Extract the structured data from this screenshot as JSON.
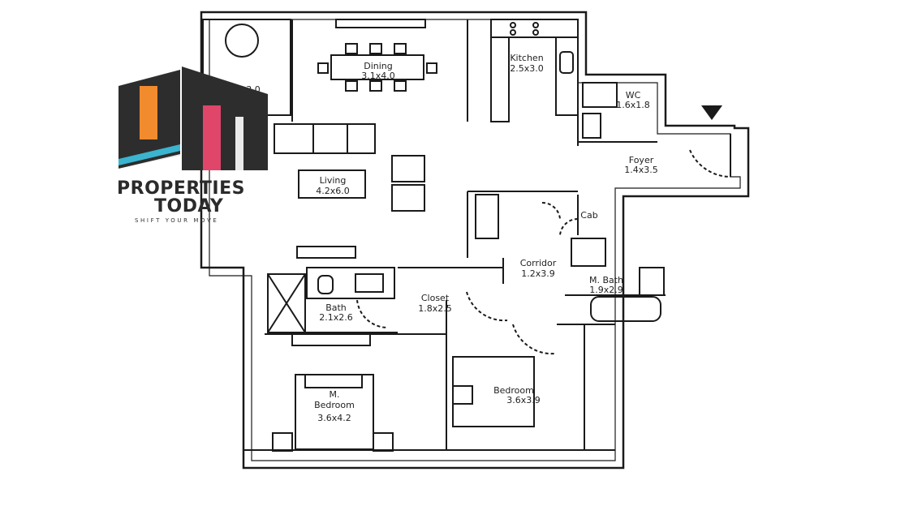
{
  "logo": {
    "line1": "PROPERTIES",
    "line2": "TODAY",
    "tagline": "SHIFT YOUR MOVE",
    "colors": {
      "dark": "#2d2d2d",
      "orange": "#f28a2e",
      "pink": "#e0466a",
      "blue": "#3bb4cf"
    }
  },
  "rooms": {
    "dining": {
      "name": "Dining",
      "size": "3.1x4.0"
    },
    "kitchen": {
      "name": "Kitchen",
      "size": "2.5x3.0"
    },
    "wc": {
      "name": "WC",
      "size": "1.6x1.8"
    },
    "foyer": {
      "name": "Foyer",
      "size": "1.4x3.5"
    },
    "living": {
      "name": "Living",
      "size": "4.2x6.0"
    },
    "cab": {
      "name": "Cab"
    },
    "corridor": {
      "name": "Corridor",
      "size": "1.2x3.9"
    },
    "mbath": {
      "name": "M. Bath",
      "size": "1.9x2.9"
    },
    "closet": {
      "name": "Closet",
      "size": "1.8x2.5"
    },
    "bath": {
      "name": "Bath",
      "size": "2.1x2.6"
    },
    "mbedroom": {
      "name1": "M.",
      "name2": "Bedroom",
      "size": "3.6x4.2"
    },
    "bedroom": {
      "name": "Bedroom",
      "size": "3.6x3.9"
    },
    "balcony": {
      "size": "3.0"
    }
  },
  "colors": {
    "line": "#1a1a1a",
    "background": "#ffffff"
  }
}
